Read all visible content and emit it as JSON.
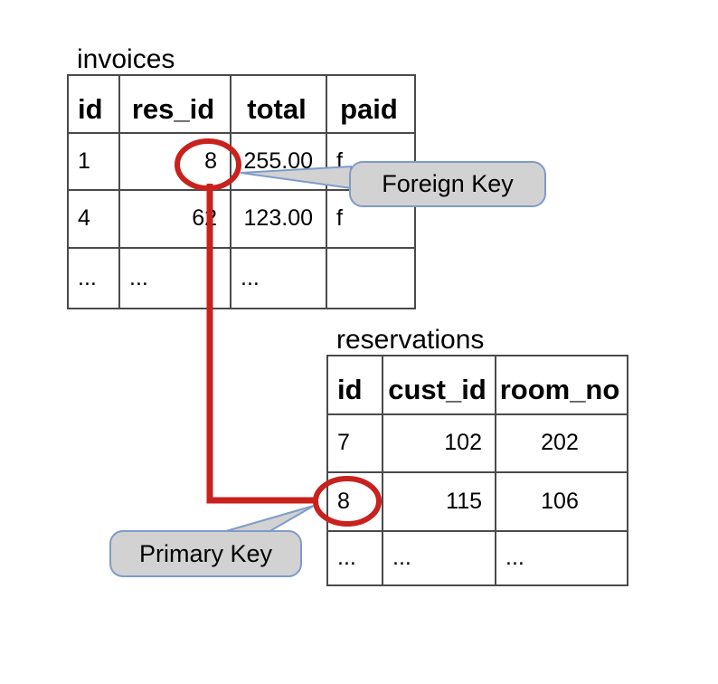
{
  "colors": {
    "background": "#ffffff",
    "table_border": "#4a4a4a",
    "text": "#000000",
    "red_accent": "#c9211e",
    "callout_fill": "#d2d2d2",
    "callout_border": "#7e9cc9"
  },
  "invoices": {
    "title": "invoices",
    "headers": [
      "id",
      "res_id",
      "total",
      "paid"
    ],
    "rows": [
      [
        "1",
        "8",
        "255.00",
        "f"
      ],
      [
        "4",
        "62",
        "123.00",
        "f"
      ],
      [
        "...",
        "...",
        "...",
        ""
      ]
    ]
  },
  "reservations": {
    "title": "reservations",
    "headers": [
      "id",
      "cust_id",
      "room_no"
    ],
    "rows": [
      [
        "7",
        "102",
        "202"
      ],
      [
        "8",
        "115",
        "106"
      ],
      [
        "...",
        "...",
        "..."
      ]
    ]
  },
  "callouts": {
    "foreign_key_label": "Foreign Key",
    "primary_key_label": "Primary Key"
  },
  "relationship": {
    "foreign_key_value": "8",
    "primary_key_value": "8"
  }
}
